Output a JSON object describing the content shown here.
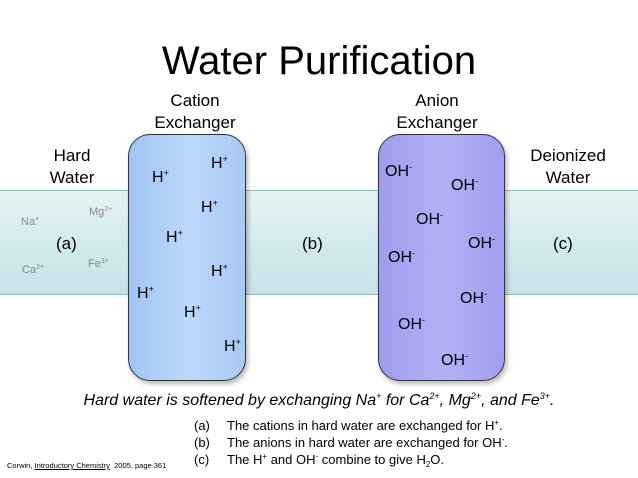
{
  "title": "Water Purification",
  "headers": {
    "cation_line1": "Cation",
    "cation_line2": "Exchanger",
    "anion_line1": "Anion",
    "anion_line2": "Exchanger",
    "hard_line1": "Hard",
    "hard_line2": "Water",
    "deion_line1": "Deionized",
    "deion_line2": "Water"
  },
  "cation_ion": {
    "base": "H",
    "charge": "+"
  },
  "anion_ion": {
    "base": "OH",
    "charge": "-"
  },
  "hard_ions": [
    {
      "base": "Na",
      "charge": "+"
    },
    {
      "base": "Mg",
      "charge": "2+"
    },
    {
      "base": "Fe",
      "charge": "3+"
    },
    {
      "base": "Ca",
      "charge": "2+"
    }
  ],
  "stage_labels": {
    "a": "(a)",
    "b": "(b)",
    "c": "(c)"
  },
  "summary": {
    "part1": "Hard water is softened by exchanging Na",
    "sup1": "+",
    "part2": " for Ca",
    "sup2": "2+",
    "part3": ", Mg",
    "sup3": "2+",
    "part4": ", and Fe",
    "sup4": "3+",
    "part5": "."
  },
  "notes": {
    "a_mark": "(a)",
    "a_text": "The cations in hard water are exchanged for H",
    "a_sup": "+",
    "a_end": ".",
    "b_mark": "(b)",
    "b_text": "The anions in hard water are exchanged for OH",
    "b_sup": "-",
    "b_end": ".",
    "c_mark": "(c)",
    "c_text1": "The H",
    "c_sup1": "+",
    "c_text2": " and OH",
    "c_sup2": "-",
    "c_text3": " combine to give H",
    "c_sub": "2",
    "c_text4": "O."
  },
  "citation": {
    "author": "Corwin, ",
    "book": "Introductory Chemistry",
    "rest": "  2005, page 361"
  },
  "colors": {
    "pipe": "#d3eaee",
    "cation_exchanger": "#b2d0f8",
    "anion_exchanger": "#aaa9f3"
  }
}
